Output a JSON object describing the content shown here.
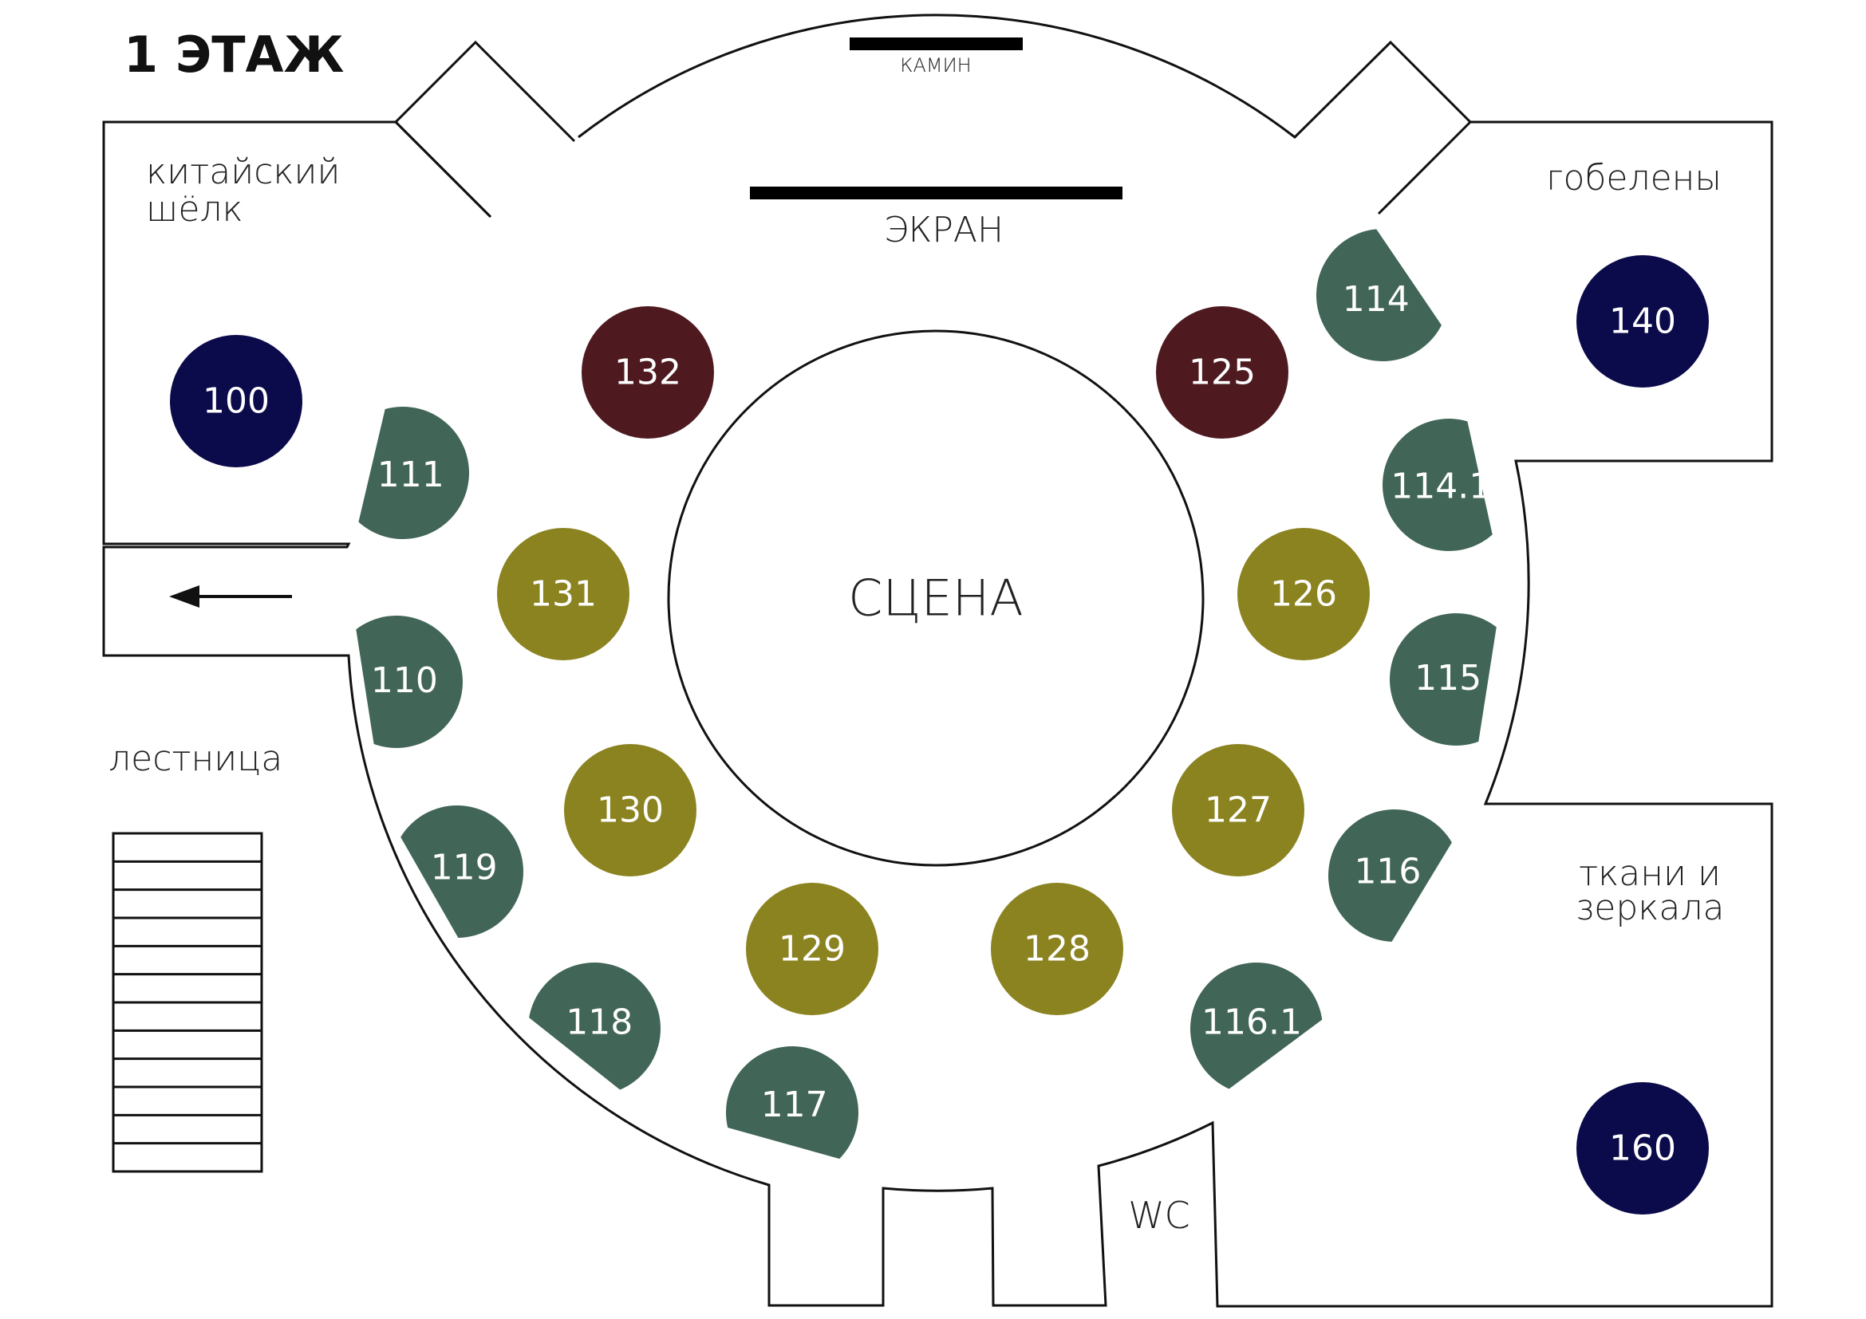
{
  "title": "1 ЭТАЖ",
  "labels": {
    "fireplace": "КАМИН",
    "screen": "ЭКРАН",
    "stage": "СЦЕНА",
    "chinese_silk": [
      "китайский",
      "шёлк"
    ],
    "tapestries": "гобелены",
    "fabrics_mirrors": [
      "ткани и",
      "зеркала"
    ],
    "stairs": "лестница",
    "wc": "WC"
  },
  "colors": {
    "navy": "#0b0a4a",
    "maroon": "#4e1a20",
    "olive": "#8b8320",
    "teal": "#416557",
    "wall": "#111111"
  },
  "tables": {
    "round_navy": [
      "100",
      "140",
      "160"
    ],
    "round_maroon": [
      "132",
      "125"
    ],
    "round_olive": [
      "131",
      "130",
      "129",
      "128",
      "127",
      "126"
    ],
    "half_teal": [
      "111",
      "110",
      "119",
      "118",
      "117",
      "116.1",
      "116",
      "115",
      "114.1",
      "114"
    ]
  }
}
